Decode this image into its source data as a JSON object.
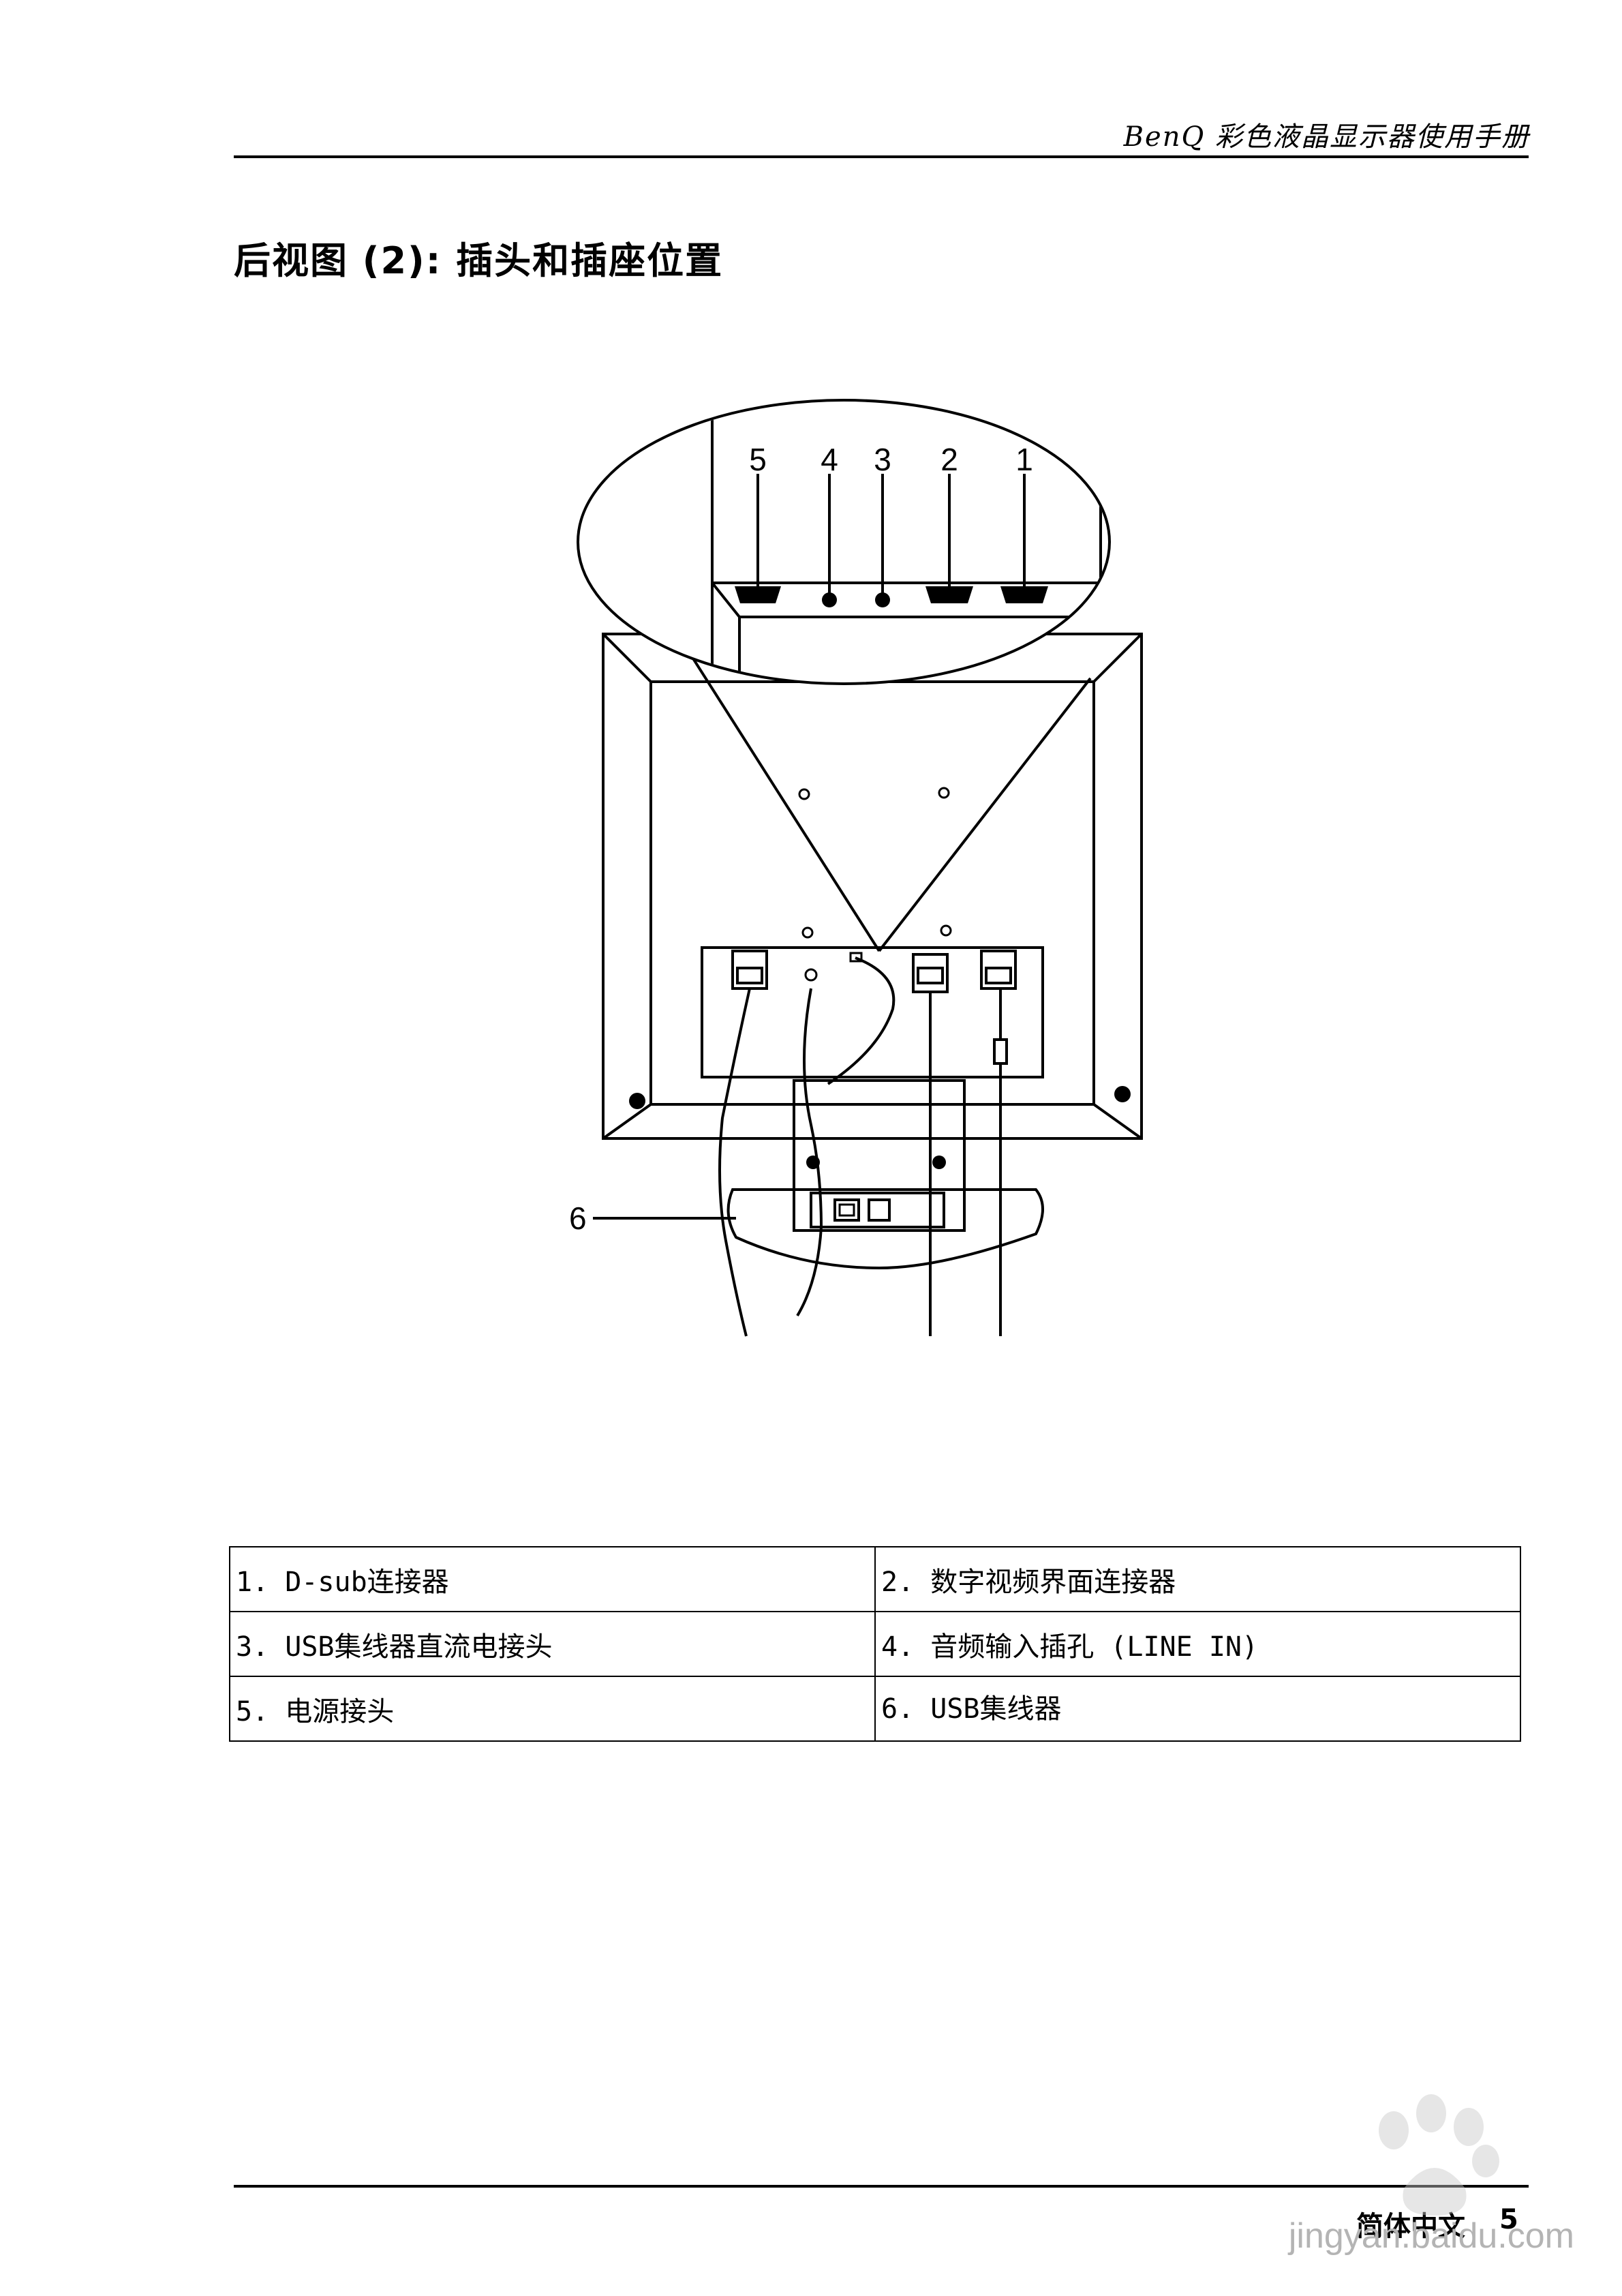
{
  "header": {
    "running_title": "BenQ 彩色液晶显示器使用手册"
  },
  "section": {
    "title": "后视图 (2): 插头和插座位置"
  },
  "diagram": {
    "callouts": [
      "5",
      "4",
      "3",
      "2",
      "1",
      "6"
    ]
  },
  "legend": {
    "rows": [
      [
        "1. D-sub连接器",
        "2. 数字视频界面连接器"
      ],
      [
        "3. USB集线器直流电接头",
        "4. 音频输入插孔 (LINE IN)"
      ],
      [
        "5. 电源接头",
        "6. USB集线器"
      ]
    ]
  },
  "footer": {
    "language": "简体中文",
    "page_number": "5"
  },
  "watermark": {
    "text": "jingyan.baidu.com"
  }
}
